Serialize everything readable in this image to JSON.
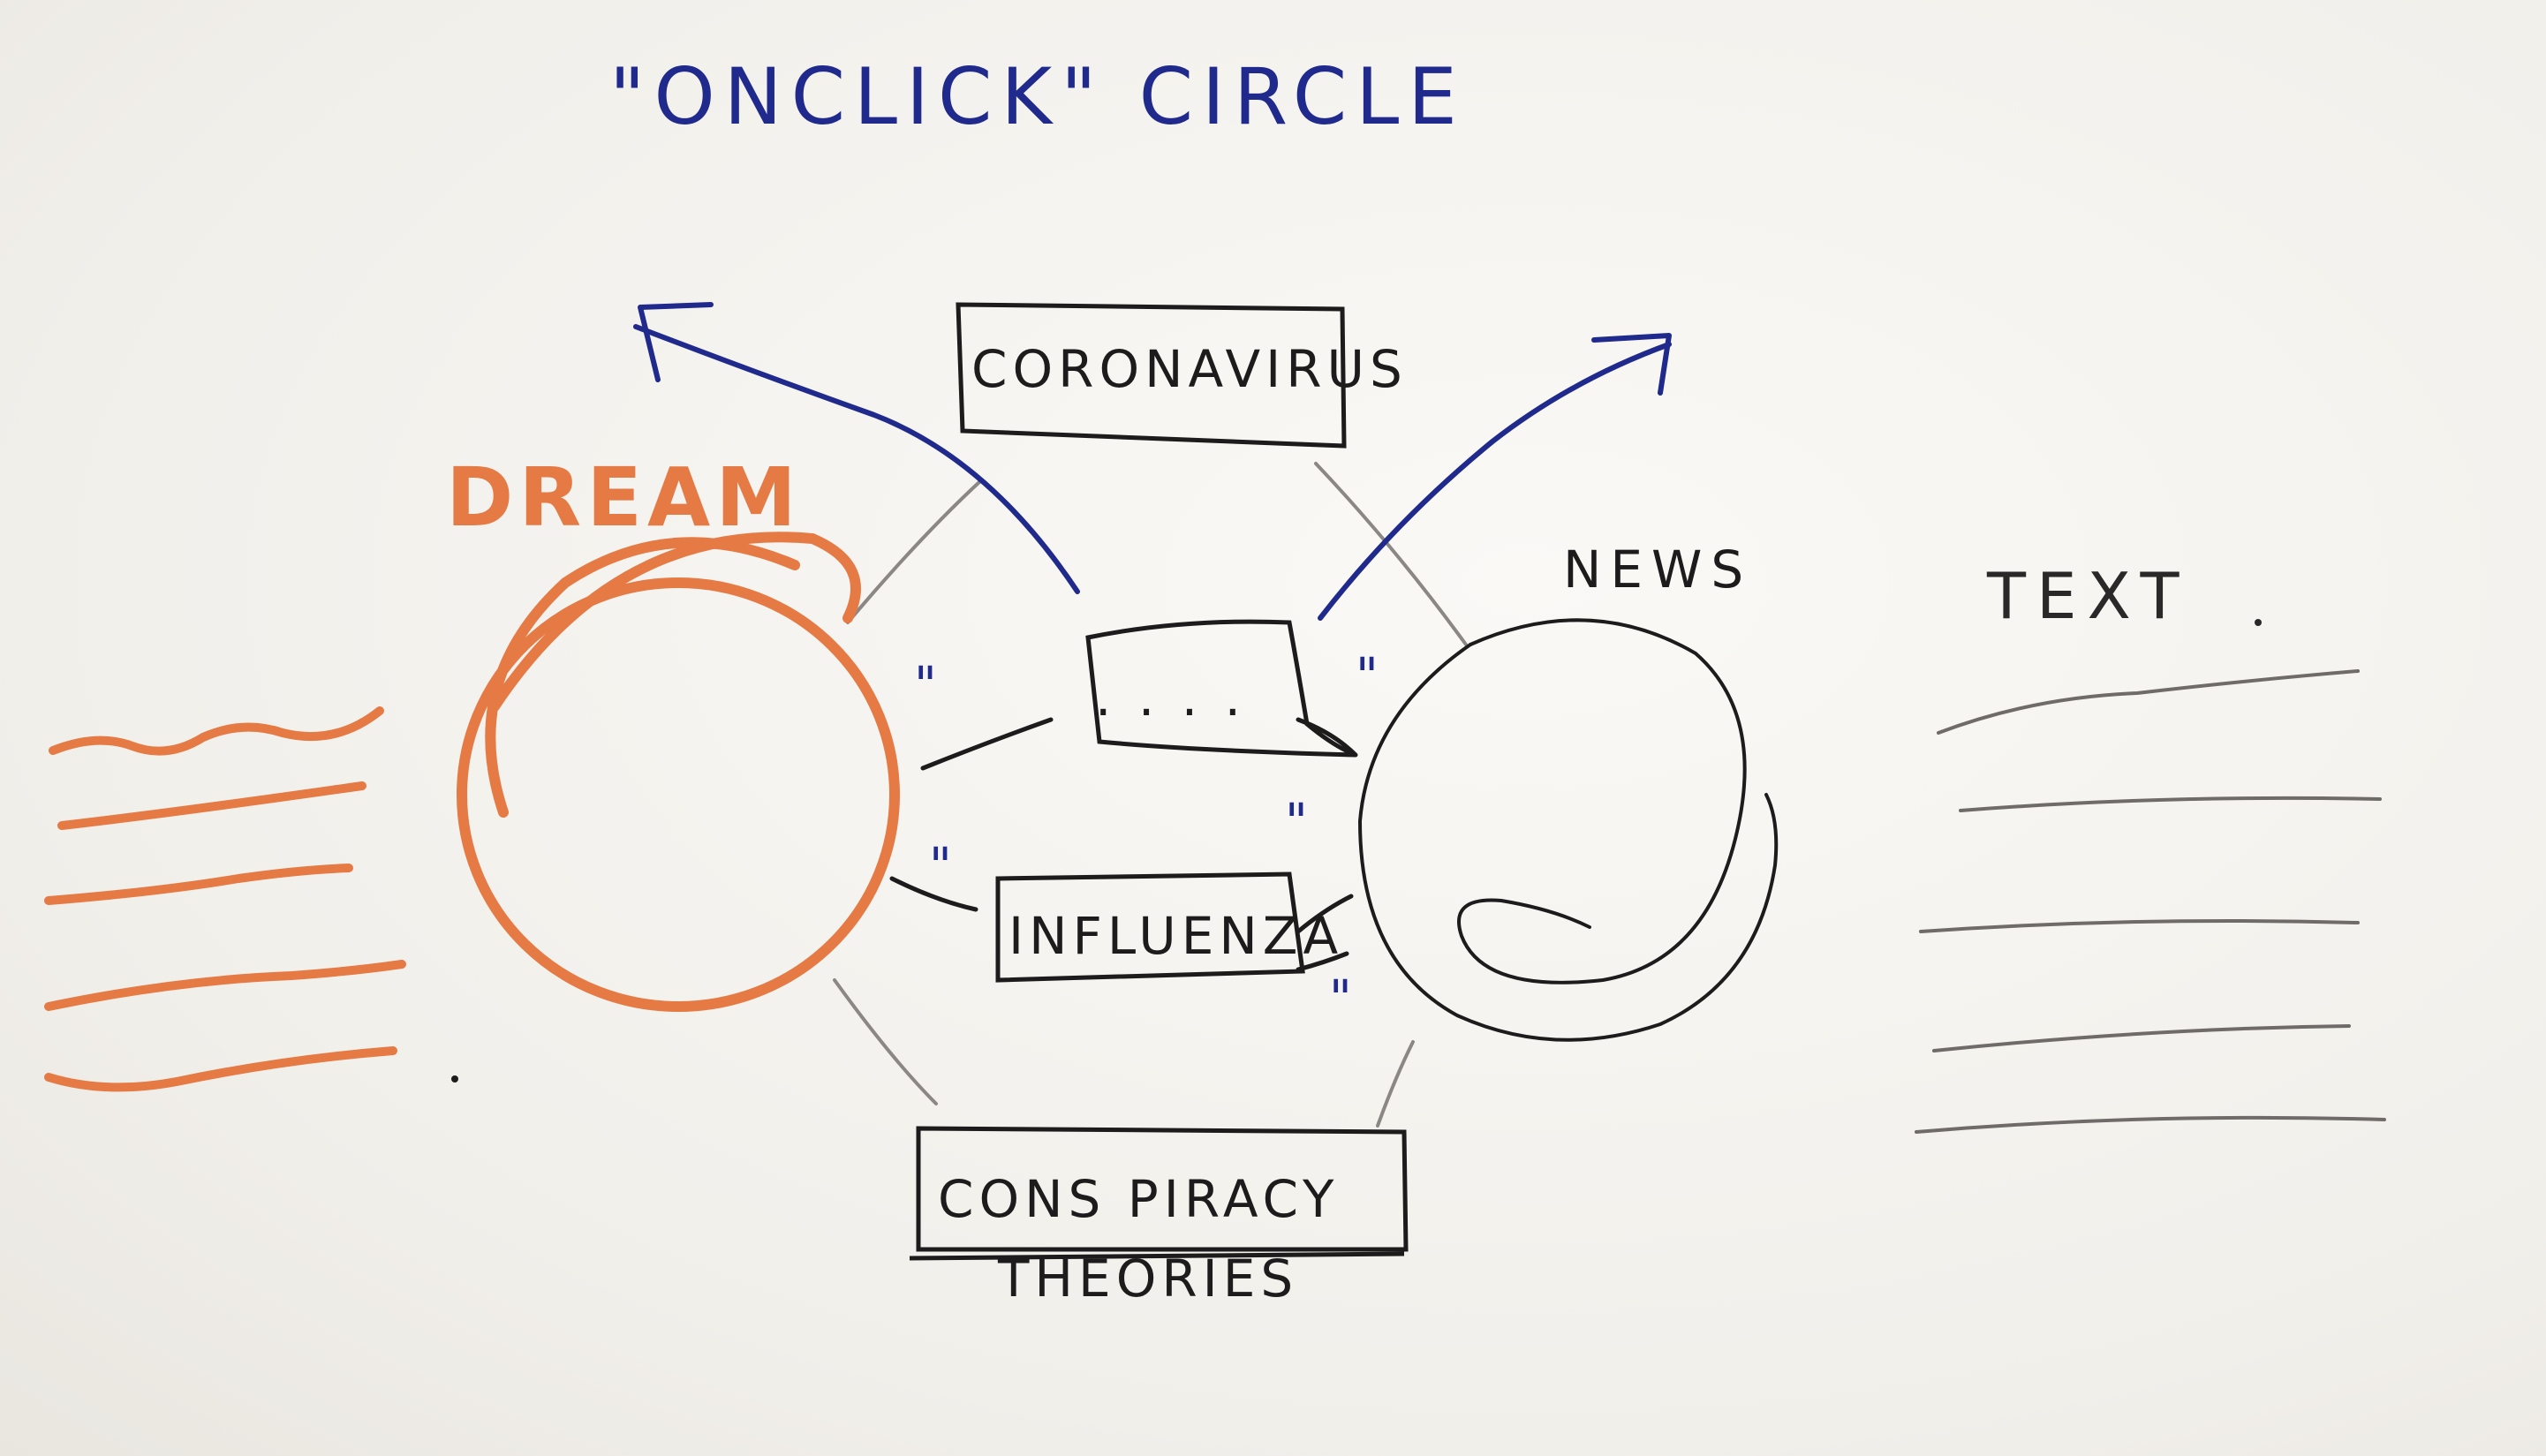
{
  "title": "\"ONCLICK\" CIRCLE",
  "dream_label": "DREAM",
  "news_label": "NEWS",
  "text_label": "TEXT",
  "nodes": {
    "coronavirus": "CORONAVIRUS",
    "influenza": "INFLUENZA",
    "conspiracy_line1": "CONS PIRACY",
    "conspiracy_line2": "THEORIES",
    "speech_placeholder": ". . . ."
  },
  "quote_mark": "\"",
  "colors": {
    "marker_blue": "#1f2a8c",
    "marker_orange": "#e57a44",
    "marker_black": "#1d1b1b",
    "pencil_gray": "#8a8784"
  }
}
